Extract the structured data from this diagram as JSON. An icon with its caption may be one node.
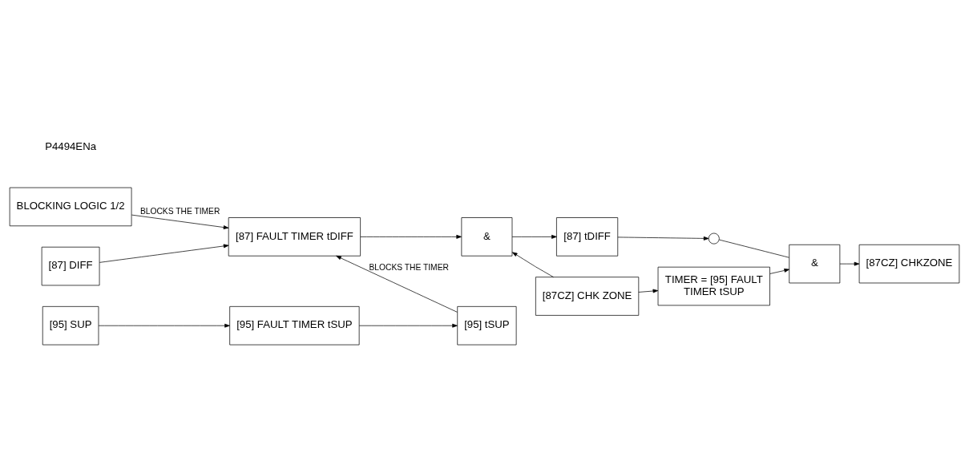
{
  "diagram": {
    "nodes": [
      {
        "text": [
          "[87] DIFF"
        ]
      },
      {
        "text": [
          "BLOCKING LOGIC 1/2"
        ]
      },
      {
        "text": [
          "[87] FAULT TIMER tDIFF"
        ]
      },
      {
        "text": [
          "&"
        ]
      },
      {
        "text": [
          "[87] tDIFF"
        ]
      },
      {
        "text": [
          "[95] SUP"
        ]
      },
      {
        "text": [
          "[95] FAULT TIMER tSUP"
        ]
      },
      {
        "text": [
          "[95] tSUP"
        ]
      },
      {
        "text": [
          "[87CZ] CHK ZONE"
        ]
      },
      {
        "text": [
          "TIMER = [95] FAULT TIMER tSUP"
        ]
      },
      {
        "text": [],
        "shape": "circle"
      },
      {
        "text": [
          "&"
        ]
      },
      {
        "text": [
          "[87CZ] CHKZONE"
        ]
      }
    ],
    "edges": [
      {
        "from": 0,
        "to": 2,
        "arrow": "to"
      },
      {
        "from": 1,
        "to": 2,
        "arrow": "to",
        "label": "BLOCKS THE TIMER"
      },
      {
        "from": 7,
        "to": 2,
        "arrow": "to",
        "label": "BLOCKS THE TIMER"
      },
      {
        "from": 2,
        "to": 3,
        "arrow": "to"
      },
      {
        "from": 8,
        "to": 3,
        "arrow": "to"
      },
      {
        "from": 3,
        "to": 4,
        "arrow": "to"
      },
      {
        "from": 5,
        "to": 6,
        "arrow": "to"
      },
      {
        "from": 6,
        "to": 7,
        "arrow": "to"
      },
      {
        "from": 4,
        "to": 10,
        "arrow": "to"
      },
      {
        "from": 10,
        "to": 11,
        "arrow": "none"
      },
      {
        "from": 8,
        "to": 9,
        "arrow": "to"
      },
      {
        "from": 9,
        "to": 11,
        "arrow": "to"
      },
      {
        "from": 11,
        "to": 12,
        "arrow": "to"
      }
    ],
    "labels": [
      "P4494ENa"
    ]
  }
}
